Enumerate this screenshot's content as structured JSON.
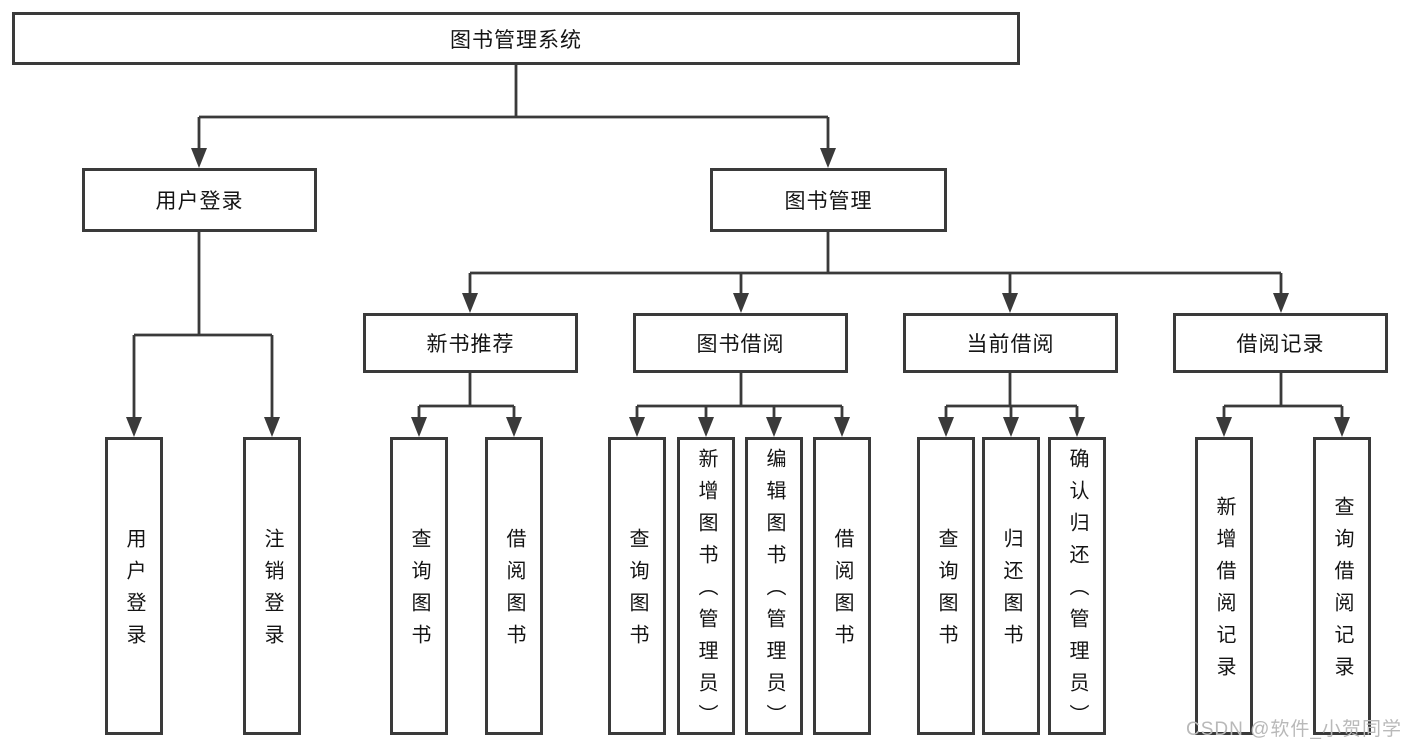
{
  "title": {
    "label": "图书管理系统"
  },
  "level2": {
    "user_login": "用户登录",
    "book_management": "图书管理"
  },
  "level3": {
    "new_book_recommend": "新书推荐",
    "book_borrow": "图书借阅",
    "current_borrow": "当前借阅",
    "borrow_records": "借阅记录"
  },
  "leaves": {
    "user": [
      "用户登录",
      "注销登录"
    ],
    "recommend": [
      "查询图书",
      "借阅图书"
    ],
    "borrow": [
      "查询图书",
      "新增图书（管理员）",
      "编辑图书（管理员）",
      "借阅图书"
    ],
    "current": [
      "查询图书",
      "归还图书",
      "确认归还（管理员）"
    ],
    "records": [
      "新增借阅记录",
      "查询借阅记录"
    ]
  },
  "watermark": {
    "text": "CSDN @软件_小贺同学",
    "color": "#b9b9b9"
  },
  "colors": {
    "line": "#3a3a3a",
    "text": "#141414",
    "background": "#ffffff"
  }
}
